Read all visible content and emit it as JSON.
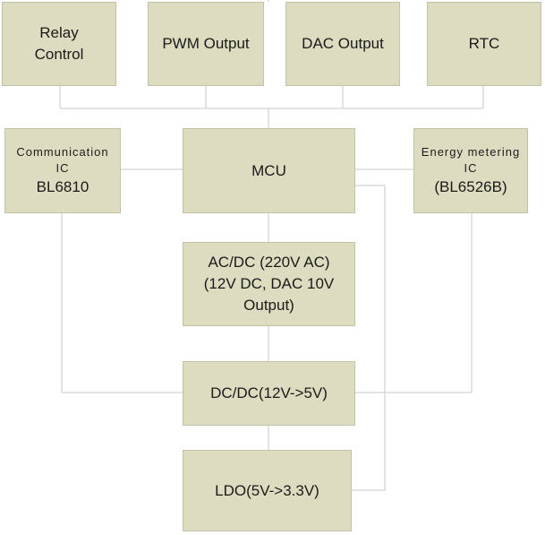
{
  "blocks": {
    "relay": {
      "line1": "Relay",
      "line2": "Control"
    },
    "pwm": {
      "label": "PWM Output"
    },
    "dac": {
      "label": "DAC Output"
    },
    "rtc": {
      "label": "RTC"
    },
    "comm": {
      "line1": "Communication",
      "line2": "IC",
      "line3": "BL6810"
    },
    "mcu": {
      "label": "MCU"
    },
    "energy": {
      "line1": "Energy metering",
      "line2": "IC",
      "line3": "(BL6526B)"
    },
    "acdc": {
      "line1": "AC/DC (220V AC)",
      "line2": "(12V DC, DAC 10V",
      "line3": "Output)"
    },
    "dcdc": {
      "label": "DC/DC(12V->5V)"
    },
    "ldo": {
      "label": "LDO(5V->3.3V)"
    }
  },
  "colors": {
    "block_fill": "#dedcc0",
    "block_border": "#c4c2a4",
    "connector": "#c8c8c8"
  }
}
